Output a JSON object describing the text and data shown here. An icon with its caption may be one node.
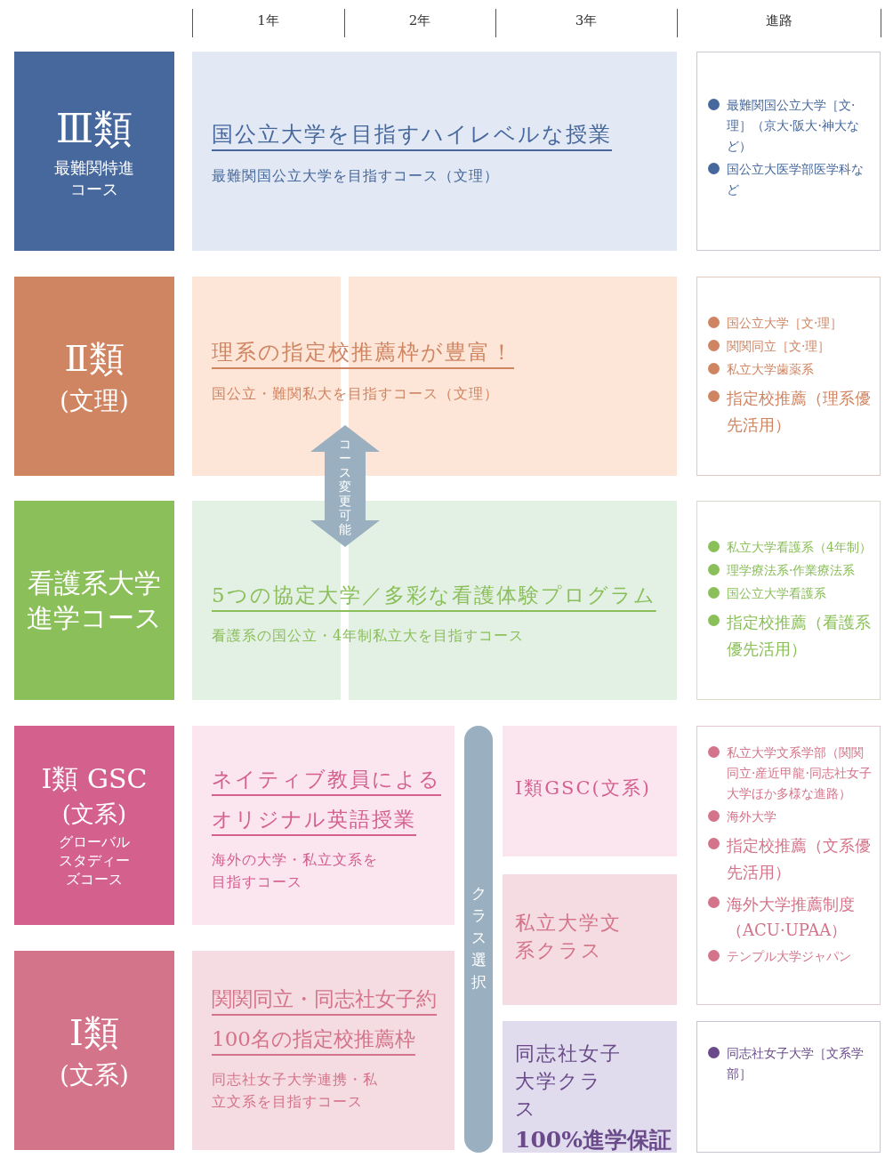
{
  "diagram": {
    "nodes": [
      {
        "text": [
          "Ⅲ類",
          "最難関特進コース"
        ]
      },
      {
        "text": [
          "国公立大学を目指すハイレベルな授業",
          "最難関国公立大学を目指すコース（文理）"
        ]
      },
      {
        "text": [
          "最難関国公立大学［文·理］（京大·阪大·神大など）",
          "国公立大医学部医学科など"
        ]
      },
      {
        "text": [
          "Ⅱ類",
          "(文理)"
        ]
      },
      {
        "text": [
          "理系の指定校推薦枠が豊富！",
          "国公立・難関私大を目指すコース（文理）"
        ]
      },
      {
        "text": [
          "国公立大学［文·理］",
          "関関同立［文·理］",
          "私立大学歯薬系",
          "指定校推薦（理系優先活用）"
        ]
      },
      {
        "text": [
          "看護系大学進学コース"
        ]
      },
      {
        "text": [
          "5つの協定大学／多彩な看護体験プログラム",
          "看護系の国公立・4年制私立大を目指すコース"
        ]
      },
      {
        "text": [
          "私立大学看護系（4年制）",
          "理学療法系·作業療法系",
          "国公立大学看護系",
          "指定校推薦（看護系優先活用）"
        ]
      },
      {
        "text": [
          "Ⅰ類 GSC",
          "(文系)",
          "グローバルスタディーズコース"
        ]
      },
      {
        "text": [
          "ネイティブ教員によるオリジナル英語授業",
          "海外の大学・私立文系を目指すコース"
        ]
      },
      {
        "text": [
          "Ⅰ類",
          "(文系)"
        ]
      },
      {
        "text": [
          "関関同立・同志社女子約100名の指定校推薦枠",
          "同志社女子大学連携・私立文系を目指すコース"
        ]
      },
      {
        "text": [
          "クラス選択"
        ]
      },
      {
        "text": [
          "Ⅰ類GSC(文系)"
        ]
      },
      {
        "text": [
          "私立大学文系クラス"
        ]
      },
      {
        "text": [
          "同志社女子大学クラス",
          "100%進学保証"
        ]
      },
      {
        "text": [
          "私立大学文系学部（関関同立·産近甲龍·同志社女子大学ほか多様な進路）",
          "海外大学",
          "指定校推薦（文系優先活用）",
          "海外大学推薦制度（ACU·UPAA）",
          "テンプル大学ジャパン"
        ]
      },
      {
        "text": [
          "同志社女子大学［文系学部］"
        ]
      }
    ],
    "edges": [
      {
        "from": 4,
        "to": 7,
        "arrow": "both",
        "label": "コース変更可能"
      }
    ],
    "labels": [
      "1年",
      "2年",
      "3年",
      "進路"
    ]
  }
}
